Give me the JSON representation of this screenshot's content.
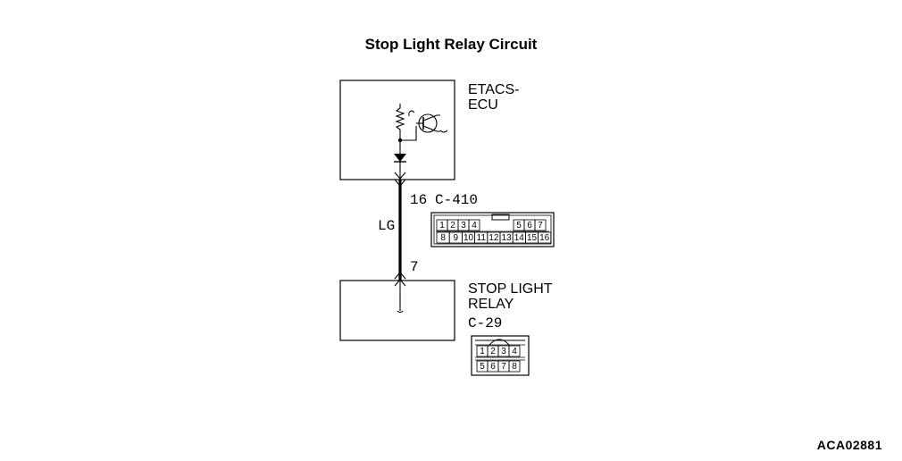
{
  "title": "Stop Light Relay Circuit",
  "ecu": {
    "name_line1": "ETACS-",
    "name_line2": "ECU",
    "terminal": "16",
    "connector": "C-410"
  },
  "wire": {
    "color_code": "LG"
  },
  "relay": {
    "name_line1": "STOP LIGHT",
    "name_line2": "RELAY",
    "terminal": "7",
    "connector": "C-29"
  },
  "c410_pins": {
    "row1": [
      "1",
      "2",
      "3",
      "4",
      "5",
      "6",
      "7"
    ],
    "row2": [
      "8",
      "9",
      "10",
      "11",
      "12",
      "13",
      "14",
      "15",
      "16"
    ]
  },
  "c29_pins": {
    "row1": [
      "1",
      "2",
      "3",
      "4"
    ],
    "row2": [
      "5",
      "6",
      "7",
      "8"
    ]
  },
  "figure_id": "ACA02881"
}
